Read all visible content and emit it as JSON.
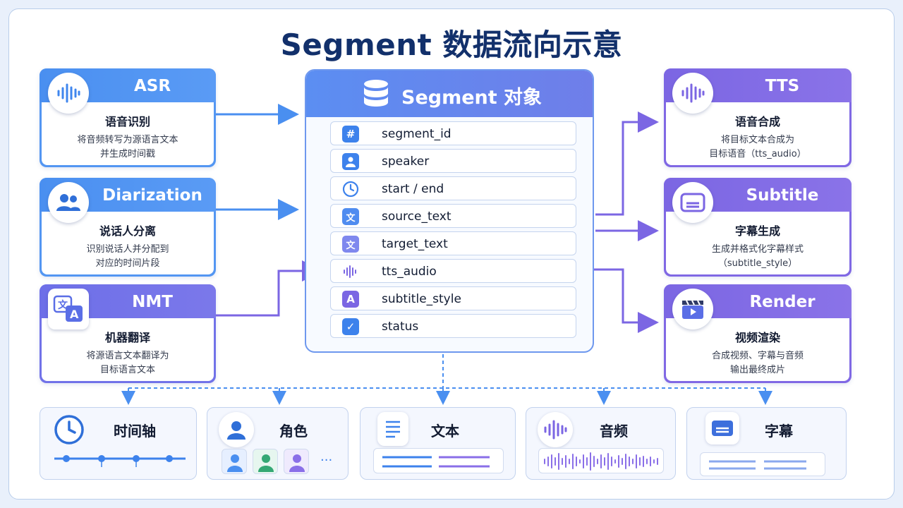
{
  "title": "Segment 数据流向示意",
  "modules_left": [
    {
      "head": "ASR",
      "title": "语音识别",
      "desc": [
        "将音频转写为源语言文本",
        "并生成时间戳"
      ],
      "icon": "waveform-icon"
    },
    {
      "head": "Diarization",
      "title": "说话人分离",
      "desc": [
        "识别说话人并分配到",
        "对应的时间片段"
      ],
      "icon": "users-icon"
    },
    {
      "head": "NMT",
      "title": "机器翻译",
      "desc": [
        "将源语言文本翻译为",
        "目标语言文本"
      ],
      "icon": "translate-icon"
    }
  ],
  "modules_right": [
    {
      "head": "TTS",
      "title": "语音合成",
      "desc": [
        "将目标文本合成为",
        "目标语音（tts_audio）"
      ],
      "icon": "waveform-icon"
    },
    {
      "head": "Subtitle",
      "title": "字幕生成",
      "desc": [
        "生成并格式化字幕样式",
        "（subtitle_style）"
      ],
      "icon": "subtitle-icon"
    },
    {
      "head": "Render",
      "title": "视频渲染",
      "desc": [
        "合成视频、字幕与音频",
        "输出最终成片"
      ],
      "icon": "clapperboard-icon"
    }
  ],
  "segment": {
    "title": "Segment 对象",
    "fields": [
      {
        "name": "segment_id",
        "icon": "hash-icon",
        "glyph": "#"
      },
      {
        "name": "speaker",
        "icon": "person-icon",
        "glyph": ""
      },
      {
        "name": "start / end",
        "icon": "clock-icon",
        "glyph": ""
      },
      {
        "name": "source_text",
        "icon": "translate-icon",
        "glyph": "文"
      },
      {
        "name": "target_text",
        "icon": "translate-icon",
        "glyph": "文"
      },
      {
        "name": "tts_audio",
        "icon": "waveform-icon",
        "glyph": ""
      },
      {
        "name": "subtitle_style",
        "icon": "letter-a-icon",
        "glyph": "A"
      },
      {
        "name": "status",
        "icon": "check-icon",
        "glyph": "✓"
      }
    ]
  },
  "bottom": [
    {
      "label": "时间轴",
      "icon": "clock-icon"
    },
    {
      "label": "角色",
      "icon": "person-icon",
      "more": "···"
    },
    {
      "label": "文本",
      "icon": "document-icon"
    },
    {
      "label": "音频",
      "icon": "waveform-icon"
    },
    {
      "label": "字幕",
      "icon": "subtitle-icon"
    }
  ],
  "colors": {
    "blue": "#4a8ff0",
    "purple": "#6d6fe8",
    "violet": "#7b66e3",
    "title": "#12306b"
  }
}
